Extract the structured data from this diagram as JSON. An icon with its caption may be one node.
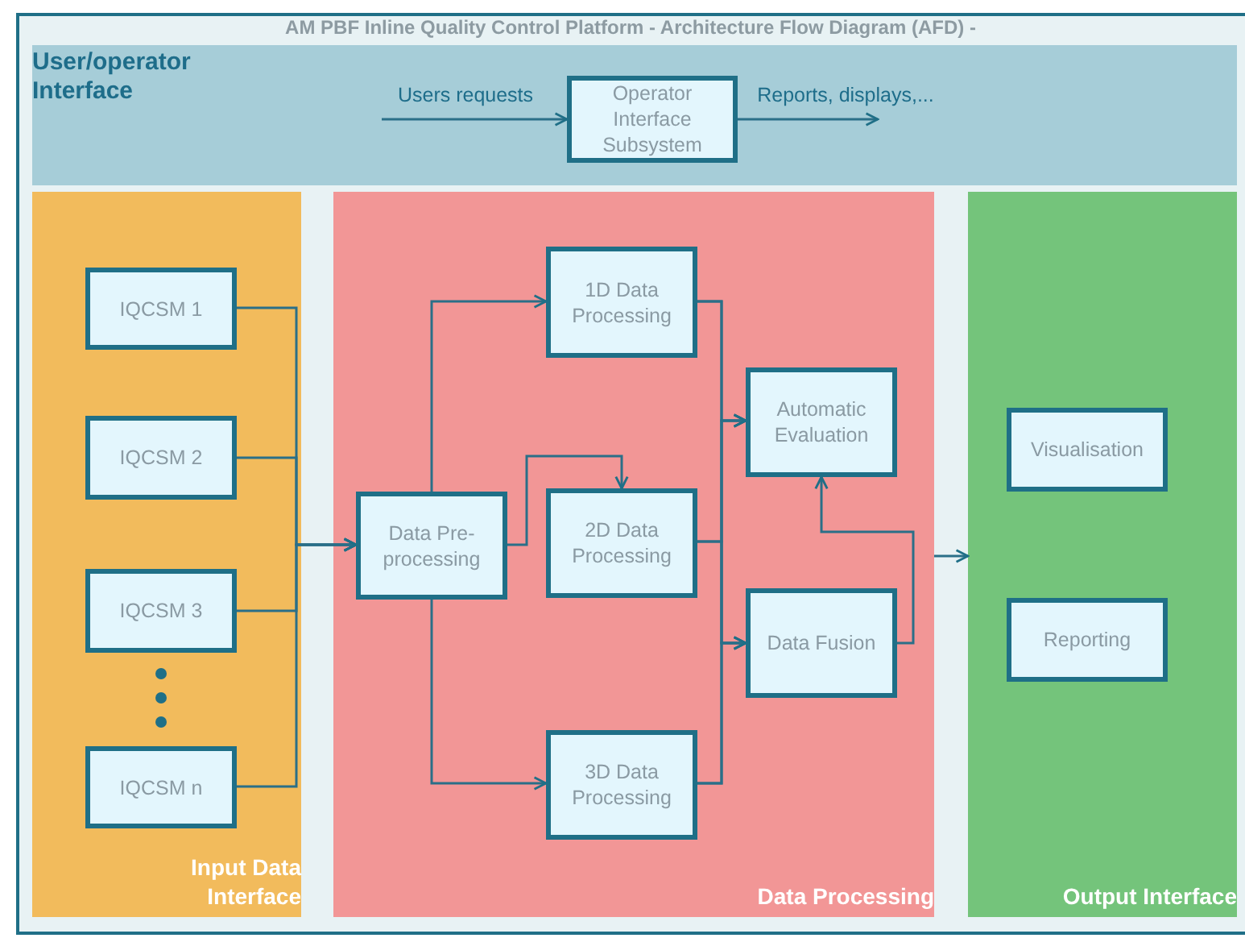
{
  "diagram": {
    "title": "AM PBF Inline Quality Control Platform - Architecture Flow Diagram (AFD) -",
    "nodes": [
      {
        "text": [
          "User/operator Interface"
        ]
      },
      {
        "text": [
          "Operator Interface Subsystem"
        ],
        "in": 0
      },
      {
        "text": [
          "Input Data Interface"
        ]
      },
      {
        "text": [
          "IQCSM 1"
        ],
        "in": 2
      },
      {
        "text": [
          "IQCSM 2"
        ],
        "in": 2
      },
      {
        "text": [
          "IQCSM 3"
        ],
        "in": 2
      },
      {
        "text": [
          "IQCSM n"
        ],
        "in": 2
      },
      {
        "text": [
          "Data Processing"
        ]
      },
      {
        "text": [
          "Data Pre-processing"
        ],
        "in": 7
      },
      {
        "text": [
          "1D Data Processing"
        ],
        "in": 7
      },
      {
        "text": [
          "2D Data Processing"
        ],
        "in": 7
      },
      {
        "text": [
          "3D Data Processing"
        ],
        "in": 7
      },
      {
        "text": [
          "Automatic Evaluation"
        ],
        "in": 7
      },
      {
        "text": [
          "Data Fusion"
        ],
        "in": 7
      },
      {
        "text": [
          "Output Interface"
        ]
      },
      {
        "text": [
          "Visualisation"
        ],
        "in": 14
      },
      {
        "text": [
          "Reporting"
        ],
        "in": 14
      }
    ],
    "edges": [
      {
        "from": null,
        "to": 1,
        "arrow": "to",
        "label": "Users requests"
      },
      {
        "from": 1,
        "to": null,
        "arrow": "to",
        "label": "Reports, displays,..."
      },
      {
        "from": 3,
        "to": 8,
        "arrow": "to"
      },
      {
        "from": 4,
        "to": 8,
        "arrow": "to"
      },
      {
        "from": 5,
        "to": 8,
        "arrow": "to"
      },
      {
        "from": 6,
        "to": 8,
        "arrow": "to"
      },
      {
        "from": 8,
        "to": 9,
        "arrow": "to"
      },
      {
        "from": 8,
        "to": 10,
        "arrow": "to"
      },
      {
        "from": 8,
        "to": 11,
        "arrow": "to"
      },
      {
        "from": 9,
        "to": 12,
        "arrow": "to"
      },
      {
        "from": 10,
        "to": 12,
        "arrow": "to"
      },
      {
        "from": 11,
        "to": 12,
        "arrow": "to"
      },
      {
        "from": 9,
        "to": 13,
        "arrow": "to"
      },
      {
        "from": 10,
        "to": 13,
        "arrow": "to"
      },
      {
        "from": 11,
        "to": 13,
        "arrow": "to"
      },
      {
        "from": 13,
        "to": 12,
        "arrow": "to"
      },
      {
        "from": 7,
        "to": 14,
        "arrow": "to"
      }
    ]
  }
}
